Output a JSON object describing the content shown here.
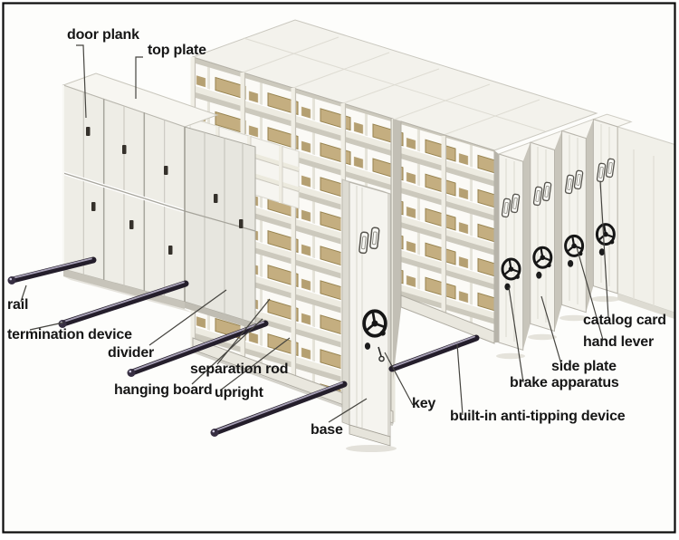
{
  "labels": [
    {
      "id": "door-plank",
      "text": "door plank"
    },
    {
      "id": "top-plate",
      "text": "top plate"
    },
    {
      "id": "rail",
      "text": "rail"
    },
    {
      "id": "termination-device",
      "text": "termination device"
    },
    {
      "id": "divider",
      "text": "divider"
    },
    {
      "id": "separation-rod",
      "text": "separation rod"
    },
    {
      "id": "hanging-board",
      "text": "hanging board"
    },
    {
      "id": "upright",
      "text": "upright"
    },
    {
      "id": "base",
      "text": "base"
    },
    {
      "id": "key",
      "text": "key"
    },
    {
      "id": "anti-tipping",
      "text": "built-in anti-tipping device"
    },
    {
      "id": "brake-apparatus",
      "text": "brake apparatus"
    },
    {
      "id": "side-plate",
      "text": "side plate"
    },
    {
      "id": "hand-lever",
      "text": "hand lever"
    },
    {
      "id": "catalog-card",
      "text": "catalog card"
    }
  ],
  "colors": {
    "border": "#0a0a0a",
    "label_text": "#161616",
    "panel": "#f2f1ea",
    "shelf_shadow": "#ccc9bd",
    "file_bundle": "#c4ae80",
    "rail": "#241e2b",
    "leader_line": "#45443f"
  }
}
